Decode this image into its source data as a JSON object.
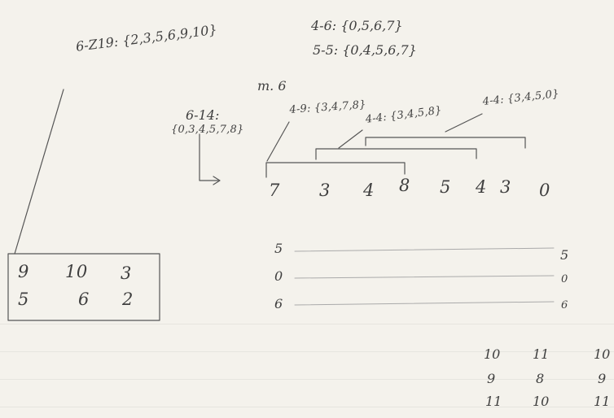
{
  "annotations": {
    "set_4_6": "4-6: {0,5,6,7}",
    "set_5_5": "5-5: {0,4,5,6,7}",
    "set_6_z19": "6-Z19: {2,3,5,6,9,10}",
    "m6": "m. 6",
    "set_6_14_name": "6-14:",
    "set_6_14_members": "{0,3,4,5,7,8}",
    "set_4_9": "4-9: {3,4,7,8}",
    "set_4_4_a": "4-4: {3,4,5,8}",
    "set_4_4_b": "4-4: {3,4,5,0}"
  },
  "melody": [
    "7",
    "3",
    "4",
    "8",
    "5",
    "4",
    "3",
    "0"
  ],
  "box_matrix": [
    [
      "9",
      "10",
      "3"
    ],
    [
      "5",
      "6",
      "2"
    ]
  ],
  "left_column": [
    "5",
    "0",
    "6"
  ],
  "right_column": [
    "5",
    "0",
    "6"
  ],
  "bottom_grid": [
    [
      "10",
      "11",
      "10"
    ],
    [
      "9",
      "8",
      "9"
    ],
    [
      "11",
      "10",
      "11"
    ]
  ]
}
